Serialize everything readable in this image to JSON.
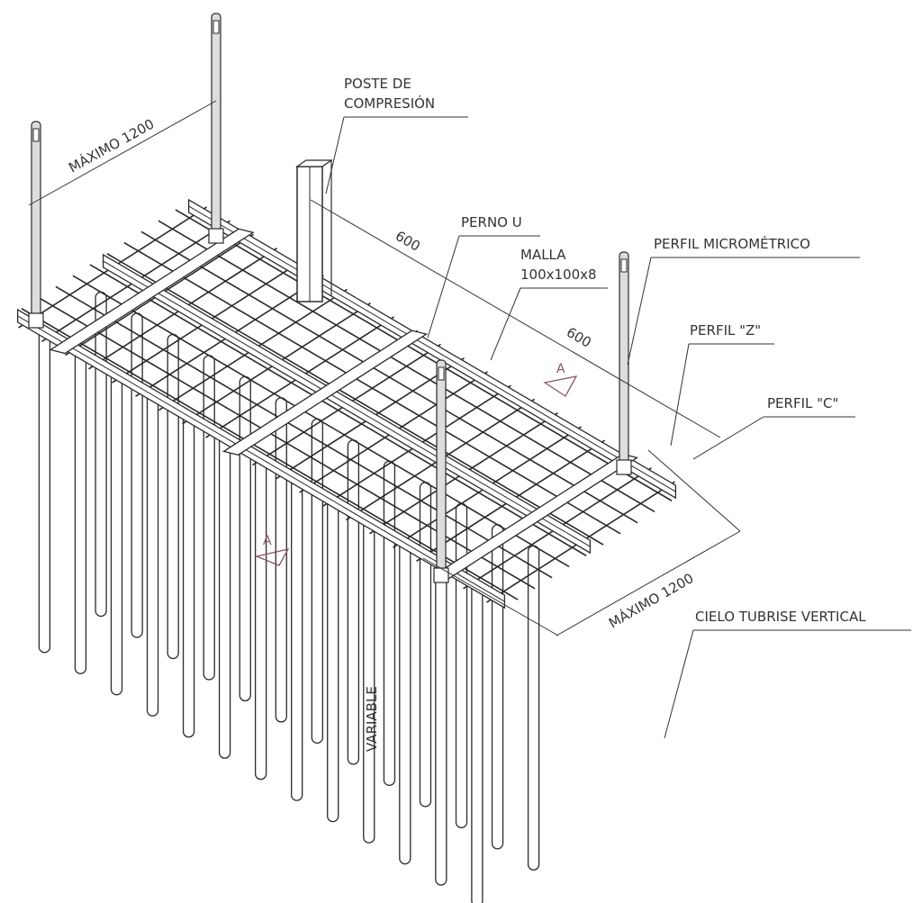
{
  "labels": {
    "poste_line1": "POSTE DE",
    "poste_line2": "COMPRESIÓN",
    "perno": "PERNO U",
    "malla_line1": "MALLA",
    "malla_line2": "100x100x8",
    "perfil_micro": "PERFIL MICROMÉTRICO",
    "perfil_z": "PERFIL \"Z\"",
    "perfil_c": "PERFIL \"C\"",
    "cielo": "CIELO TUBRISE VERTICAL",
    "variable": "VARIABLE"
  },
  "dimensions": {
    "max_top": "MÁXIMO 1200",
    "max_bottom": "MÁXIMO 1200",
    "dim_600_a": "600",
    "dim_600_b": "600"
  },
  "section_marks": {
    "a_right": "A",
    "a_left": "A"
  },
  "colors": {
    "line": "#2a2a2a",
    "section": "#8a5560"
  }
}
